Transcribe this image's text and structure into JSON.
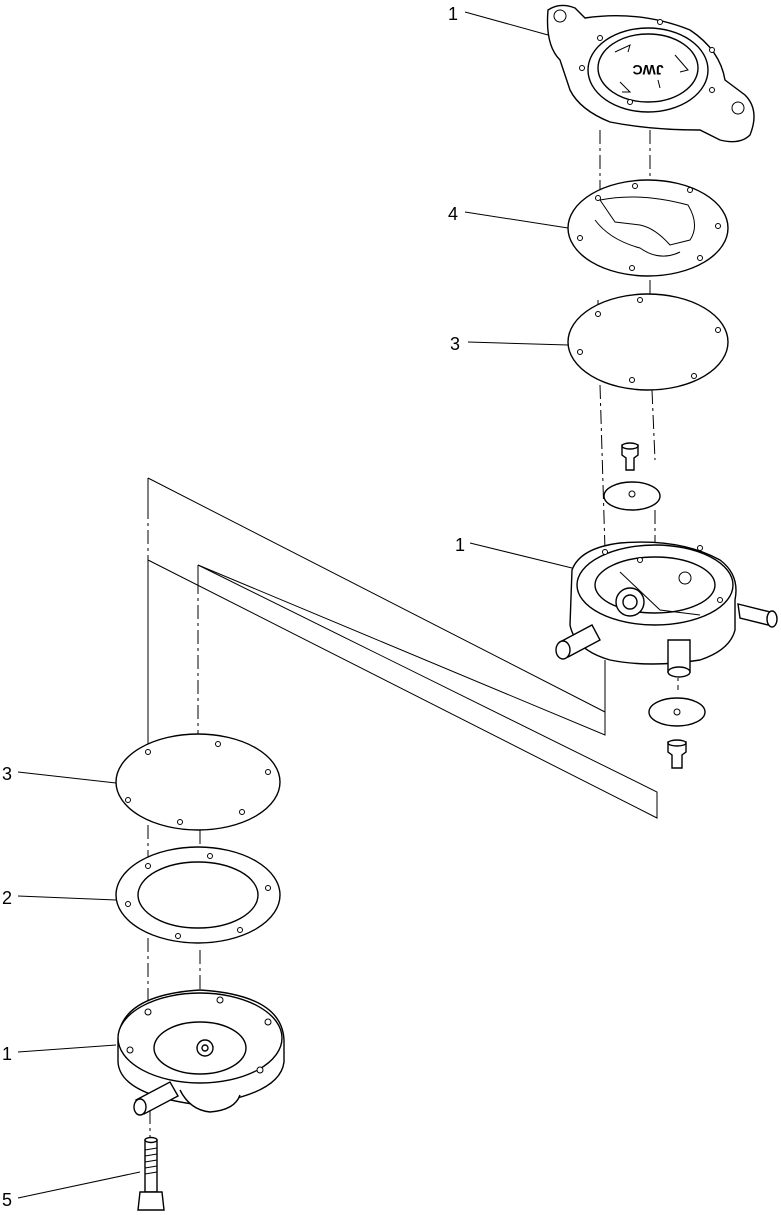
{
  "callouts": [
    {
      "label": "1",
      "part": "pump cover"
    },
    {
      "label": "4",
      "part": "gasket"
    },
    {
      "label": "3",
      "part": "diaphragm"
    },
    {
      "label": "1",
      "part": "pump body"
    },
    {
      "label": "3",
      "part": "diaphragm"
    },
    {
      "label": "2",
      "part": "gasket"
    },
    {
      "label": "1",
      "part": "pump base"
    },
    {
      "label": "5",
      "part": "screw"
    }
  ],
  "cover_marking": "JWC"
}
